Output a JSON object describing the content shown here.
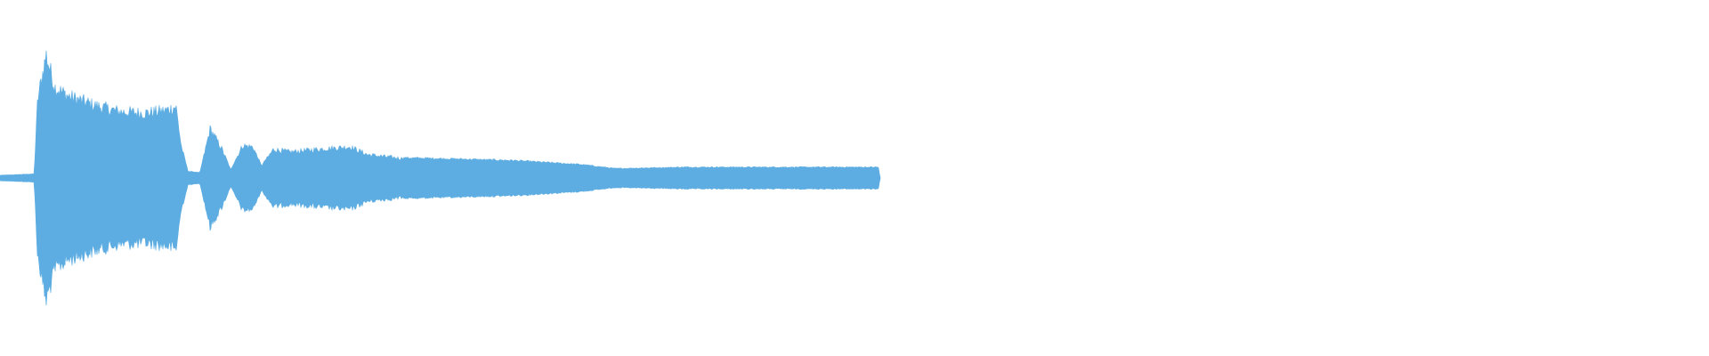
{
  "waveform": {
    "color": "#5dade2",
    "background": "#ffffff",
    "duration_fraction": 0.515,
    "envelope": [
      [
        0.0,
        0.02
      ],
      [
        0.02,
        0.03
      ],
      [
        0.022,
        0.6
      ],
      [
        0.027,
        0.95
      ],
      [
        0.032,
        0.7
      ],
      [
        0.04,
        0.63
      ],
      [
        0.055,
        0.56
      ],
      [
        0.07,
        0.51
      ],
      [
        0.085,
        0.5
      ],
      [
        0.097,
        0.52
      ],
      [
        0.103,
        0.55
      ],
      [
        0.106,
        0.25
      ],
      [
        0.11,
        0.05
      ],
      [
        0.117,
        0.04
      ],
      [
        0.123,
        0.38
      ],
      [
        0.13,
        0.22
      ],
      [
        0.135,
        0.06
      ],
      [
        0.142,
        0.25
      ],
      [
        0.148,
        0.24
      ],
      [
        0.153,
        0.09
      ],
      [
        0.16,
        0.22
      ],
      [
        0.17,
        0.2
      ],
      [
        0.185,
        0.22
      ],
      [
        0.205,
        0.24
      ],
      [
        0.215,
        0.18
      ],
      [
        0.235,
        0.15
      ],
      [
        0.27,
        0.14
      ],
      [
        0.3,
        0.13
      ],
      [
        0.34,
        0.1
      ],
      [
        0.36,
        0.07
      ],
      [
        0.4,
        0.08
      ],
      [
        0.45,
        0.08
      ],
      [
        0.5,
        0.08
      ],
      [
        0.514,
        0.08
      ],
      [
        0.515,
        0.0
      ]
    ]
  }
}
